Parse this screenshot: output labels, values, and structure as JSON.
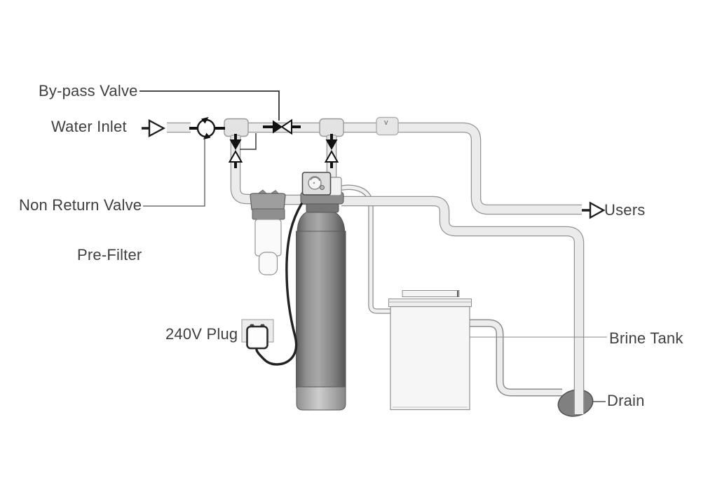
{
  "diagram": {
    "labels": {
      "bypass_valve": "By-pass Valve",
      "water_inlet": "Water Inlet",
      "non_return_valve": "Non Return Valve",
      "pre_filter": "Pre-Filter",
      "plug": "240V Plug",
      "users": "Users",
      "brine_tank": "Brine Tank",
      "drain": "Drain"
    },
    "fitting_mark": "v",
    "colors": {
      "background": "#ffffff",
      "text": "#3f3f3f",
      "pipe_fill": "#ebebeb",
      "pipe_outline": "#949494",
      "softener_tank": "#8f8f8f",
      "brine_tank": "#f6f6f6",
      "drain": "#808080",
      "valve": "#111111",
      "leader_line": "#555555"
    }
  }
}
